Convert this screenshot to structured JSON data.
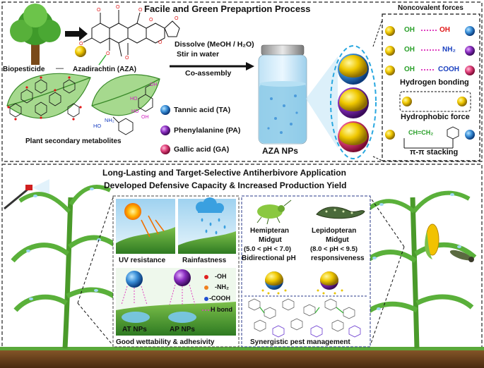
{
  "top": {
    "title": "Facile and Green Prepaprtion Process",
    "biopesticide": "Biopesticide",
    "azadirachtin": "Azadirachtin (AZA)",
    "dissolve": "Dissolve (MeOH / H₂O)",
    "stir": "Stir in water",
    "coassembly": "Co-assembly",
    "plant_metabolites": "Plant secondary metabolites",
    "legend_ta": "Tannic acid (TA)",
    "legend_pa": "Phenylalanine (PA)",
    "legend_ga": "Gallic acid (GA)",
    "nps": "AZA NPs",
    "pa_labels": {
      "ho": "HO",
      "nh2": "NH₂"
    },
    "colors": {
      "ta": "#3a8fd8",
      "pa": "#8a2ec0",
      "ga": "#e0407a",
      "aza": "#e8c400"
    }
  },
  "forces": {
    "title": "Noncovalent forces",
    "rows": [
      {
        "left": "OH",
        "right": "OH"
      },
      {
        "left": "OH",
        "right": "NH₂"
      },
      {
        "left": "OH",
        "right": "COOH"
      }
    ],
    "hydrogen": "Hydrogen bonding",
    "hydrophobic": "Hydrophobic force",
    "ch": "CH=CH₂",
    "pipi": "π-π  stacking"
  },
  "bottom": {
    "title1": "Long-Lasting and Target-Selective Antiherbivore Application",
    "title2": "Developed Defensive Capacity & Increased Production Yield",
    "uv": "UV resistance",
    "rain": "Rainfastness",
    "hemi1": "Hemipteran",
    "hemi2": "Midgut",
    "hemi3": "(5.0 < pH < 7.0)",
    "lepi1": "Lepidopteran",
    "lepi2": "Midgut",
    "lepi3": "(8.0 < pH < 9.5)",
    "bidir": "Bidirectional pH",
    "resp": "responsiveness",
    "leg_oh": "-OH",
    "leg_nh2": "-NH₂",
    "leg_cooh": "-COOH",
    "leg_hbond": "H bond",
    "at": "AT NPs",
    "ap": "AP NPs",
    "wett": "Good wettability & adhesivity",
    "syn": "Synergistic pest management"
  }
}
